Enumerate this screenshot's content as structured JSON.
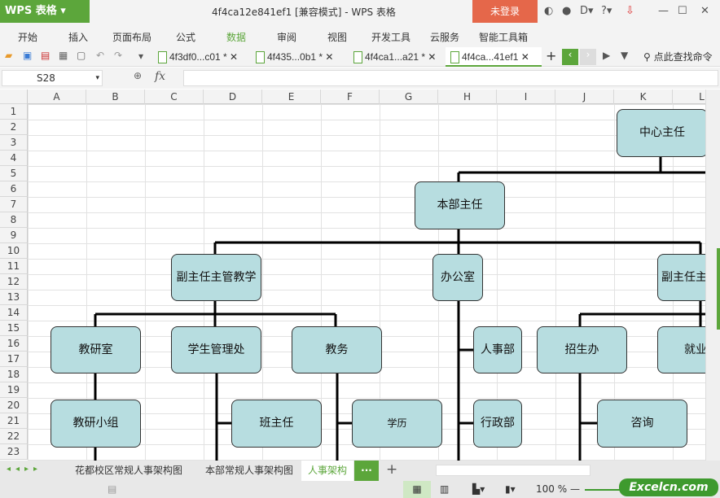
{
  "app": {
    "logo": "WPS 表格",
    "title": "4f4ca12e841ef1 [兼容模式] - WPS 表格",
    "login": "未登录"
  },
  "menu": [
    "开始",
    "插入",
    "页面布局",
    "公式",
    "数据",
    "审阅",
    "视图",
    "开发工具",
    "云服务",
    "智能工具箱"
  ],
  "tabs": [
    "4f3df0...c01 *",
    "4f435...0b1 *",
    "4f4ca1...a21 *",
    "4f4ca...41ef1"
  ],
  "search": "点此查找命令",
  "namebox": "S28",
  "fx": "fx",
  "columns": [
    "A",
    "B",
    "C",
    "D",
    "E",
    "F",
    "G",
    "H",
    "I",
    "J",
    "K",
    "L"
  ],
  "rows": [
    "1",
    "2",
    "3",
    "4",
    "5",
    "6",
    "7",
    "8",
    "9",
    "10",
    "11",
    "12",
    "13",
    "14",
    "15",
    "16",
    "17",
    "18",
    "19",
    "20",
    "21",
    "22",
    "23"
  ],
  "org": {
    "center": "中心主任",
    "headquarters": "本部主任",
    "vice_teaching": "副主任主管教学",
    "office": "办公室",
    "vice_other": "副主任主",
    "teaching_research": "教研室",
    "student_mgmt": "学生管理处",
    "academic": "教务",
    "hr": "人事部",
    "admissions": "招生办",
    "employment": "就业",
    "research_group": "教研小组",
    "class_teacher": "班主任",
    "degree": "学历",
    "admin": "行政部",
    "consult": "咨询"
  },
  "sheets": [
    "花都校区常规人事架构图",
    "本部常规人事架构图",
    "人事架构"
  ],
  "status": {
    "zoom": "100 %",
    "brand": "Excelcn.com"
  },
  "colors": {
    "accent": "#5ca63b",
    "box": "#b7dde0",
    "login": "#e5674a"
  }
}
